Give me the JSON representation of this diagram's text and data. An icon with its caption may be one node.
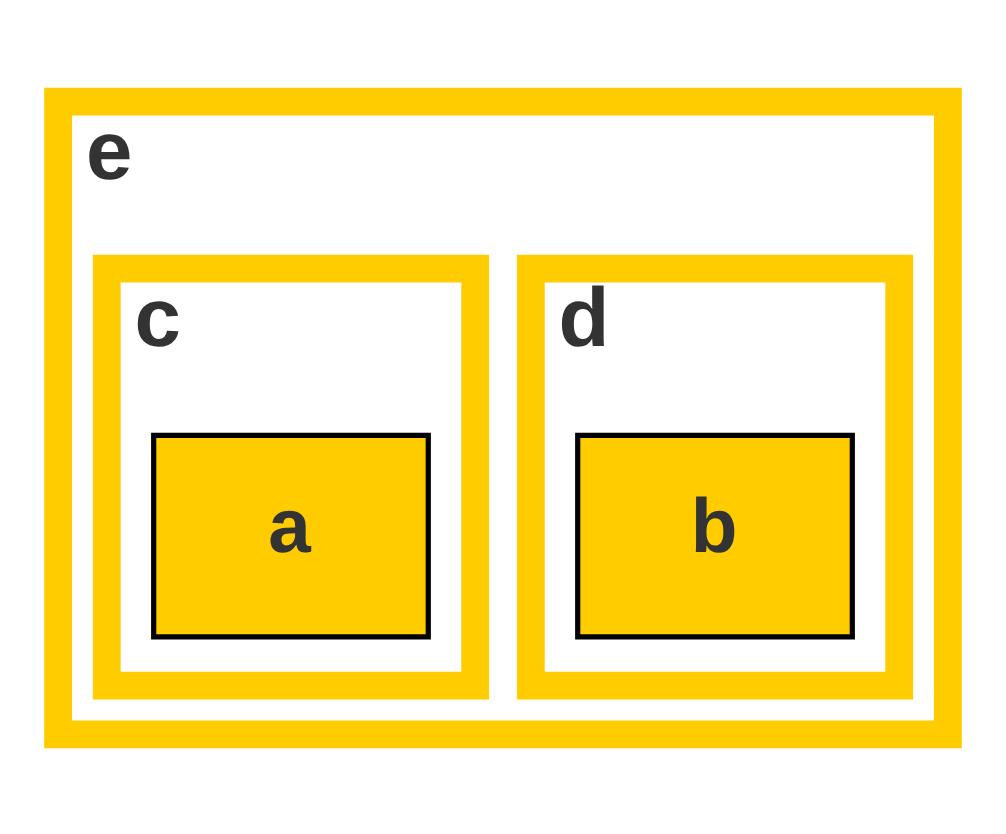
{
  "diagram": {
    "nodes": [
      {
        "text": [
          "e"
        ]
      },
      {
        "text": [
          "d"
        ],
        "in": 0
      },
      {
        "text": [
          "c"
        ],
        "in": 0
      },
      {
        "text": [
          "a"
        ],
        "in": 2
      },
      {
        "text": [
          "b"
        ],
        "in": 1
      }
    ],
    "edges": []
  }
}
